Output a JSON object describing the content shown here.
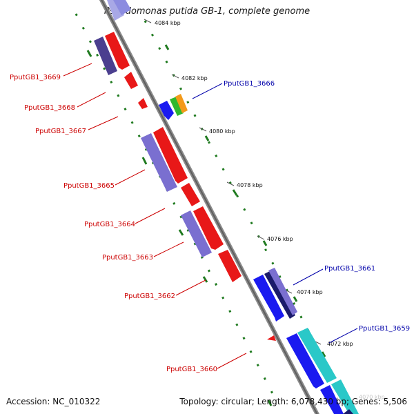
{
  "title": "Pseudomonas putida GB-1, complete genome",
  "footer": {
    "accession": "Accession: NC_010322",
    "topology": "Topology: circular; Length: 6,078,430 bp; Genes: 5,506"
  },
  "scale": {
    "ticks": [
      "4084 kbp",
      "4082 kbp",
      "4080 kbp",
      "4078 kbp",
      "4076 kbp",
      "4074 kbp",
      "4072 kbp",
      "4070 kbp"
    ]
  },
  "genes": {
    "reverse": [
      "PputGB1_3669",
      "PputGB1_3668",
      "PputGB1_3667",
      "PputGB1_3665",
      "PputGB1_3664",
      "PputGB1_3663",
      "PputGB1_3662",
      "PputGB1_3660"
    ],
    "forward": [
      "PputGB1_3666",
      "PputGB1_3661",
      "PputGB1_3659"
    ]
  },
  "colors": {
    "reverse_label": "#cc0000",
    "forward_label": "#0000aa",
    "backbone": "#808080",
    "gc_skew": "#1f7a1f"
  }
}
